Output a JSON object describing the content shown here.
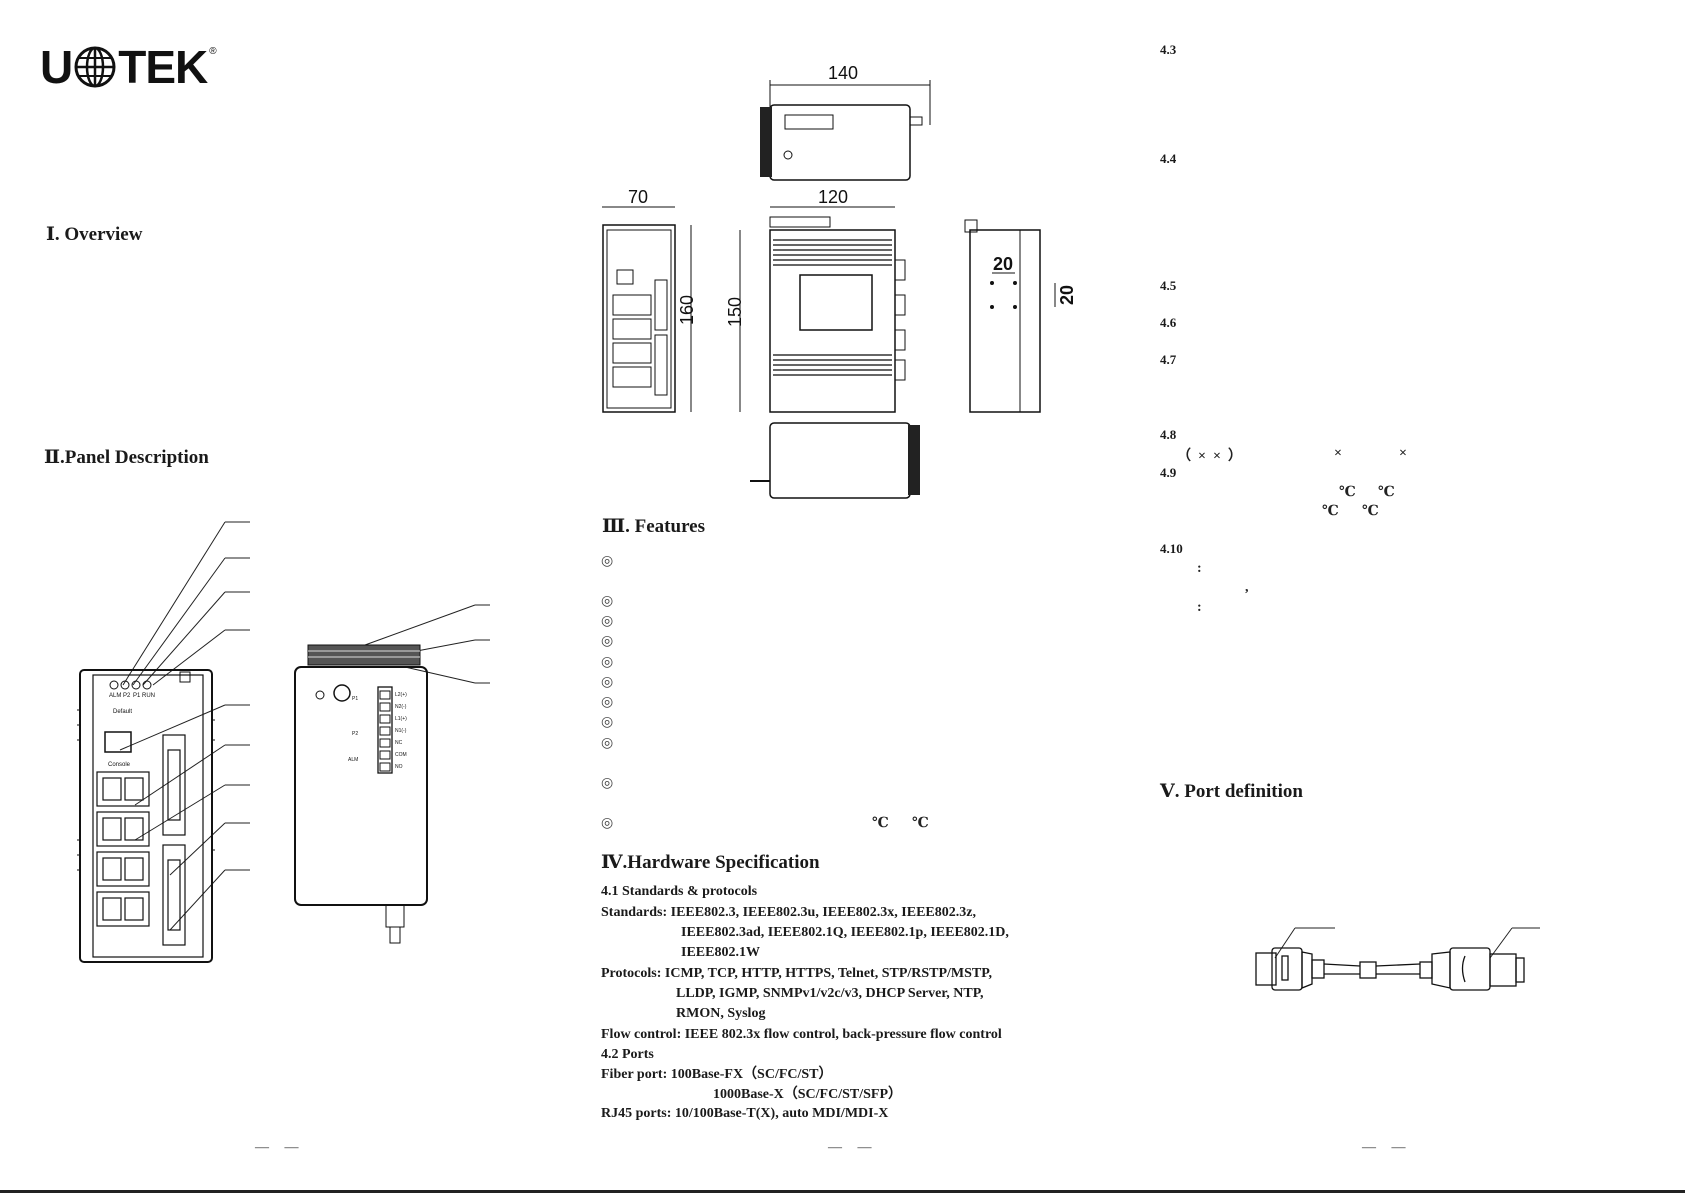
{
  "brand": {
    "name_left": "U",
    "name_right": "TEK",
    "registered": "®"
  },
  "sections": {
    "overview": "Ⅰ. Overview",
    "panel": "Ⅱ.Panel Description",
    "features": "Ⅲ. Features",
    "hardware": "Ⅳ.Hardware Specification",
    "port_def": "Ⅴ. Port definition"
  },
  "panel_labels": {
    "leds": [
      "ALM",
      "P2",
      "P1",
      "RUN"
    ],
    "default": "Default",
    "console": "Console",
    "terminal": [
      "L2(+)",
      "N2(-)",
      "L1(+)",
      "N1(-)",
      "NC",
      "COM",
      "NO"
    ],
    "terminal_side": [
      "P1",
      "P2",
      "ALM"
    ]
  },
  "dimensions": {
    "top_width": "140",
    "side_depth": "70",
    "front_width": "120",
    "side_height": "160",
    "front_height": "150",
    "mount_h": "20",
    "mount_v": "20"
  },
  "spec": {
    "s41": "4.1 Standards & protocols",
    "standards_1": "Standards: IEEE802.3, IEEE802.3u, IEEE802.3x, IEEE802.3z,",
    "standards_2": "IEEE802.3ad, IEEE802.1Q, IEEE802.1p, IEEE802.1D,",
    "standards_3": "IEEE802.1W",
    "protocols_1": "Protocols: ICMP, TCP, HTTP, HTTPS, Telnet, STP/RSTP/MSTP,",
    "protocols_2": "LLDP, IGMP, SNMPv1/v2c/v3, DHCP Server, NTP,",
    "protocols_3": "RMON, Syslog",
    "flow": "Flow control: IEEE 802.3x flow control, back-pressure flow control",
    "s42": "4.2 Ports",
    "fiber_1": "Fiber port:   100Base-FX（SC/FC/ST）",
    "fiber_2": "1000Base-X（SC/FC/ST/SFP）",
    "rj45": "RJ45 ports: 10/100Base-T(X), auto MDI/MDI-X"
  },
  "right_numbers": [
    "4.3",
    "4.4",
    "4.5",
    "4.6",
    "4.7",
    "4.8",
    "4.9",
    "4.10"
  ],
  "glyphs": {
    "dims_paren": "（  ×  ×  ）",
    "times": "×",
    "celsius": "℃",
    "colon": ":",
    "comma": ","
  },
  "bullet": "◎",
  "page_marks": [
    "—  —",
    "—  —",
    "—  —"
  ]
}
